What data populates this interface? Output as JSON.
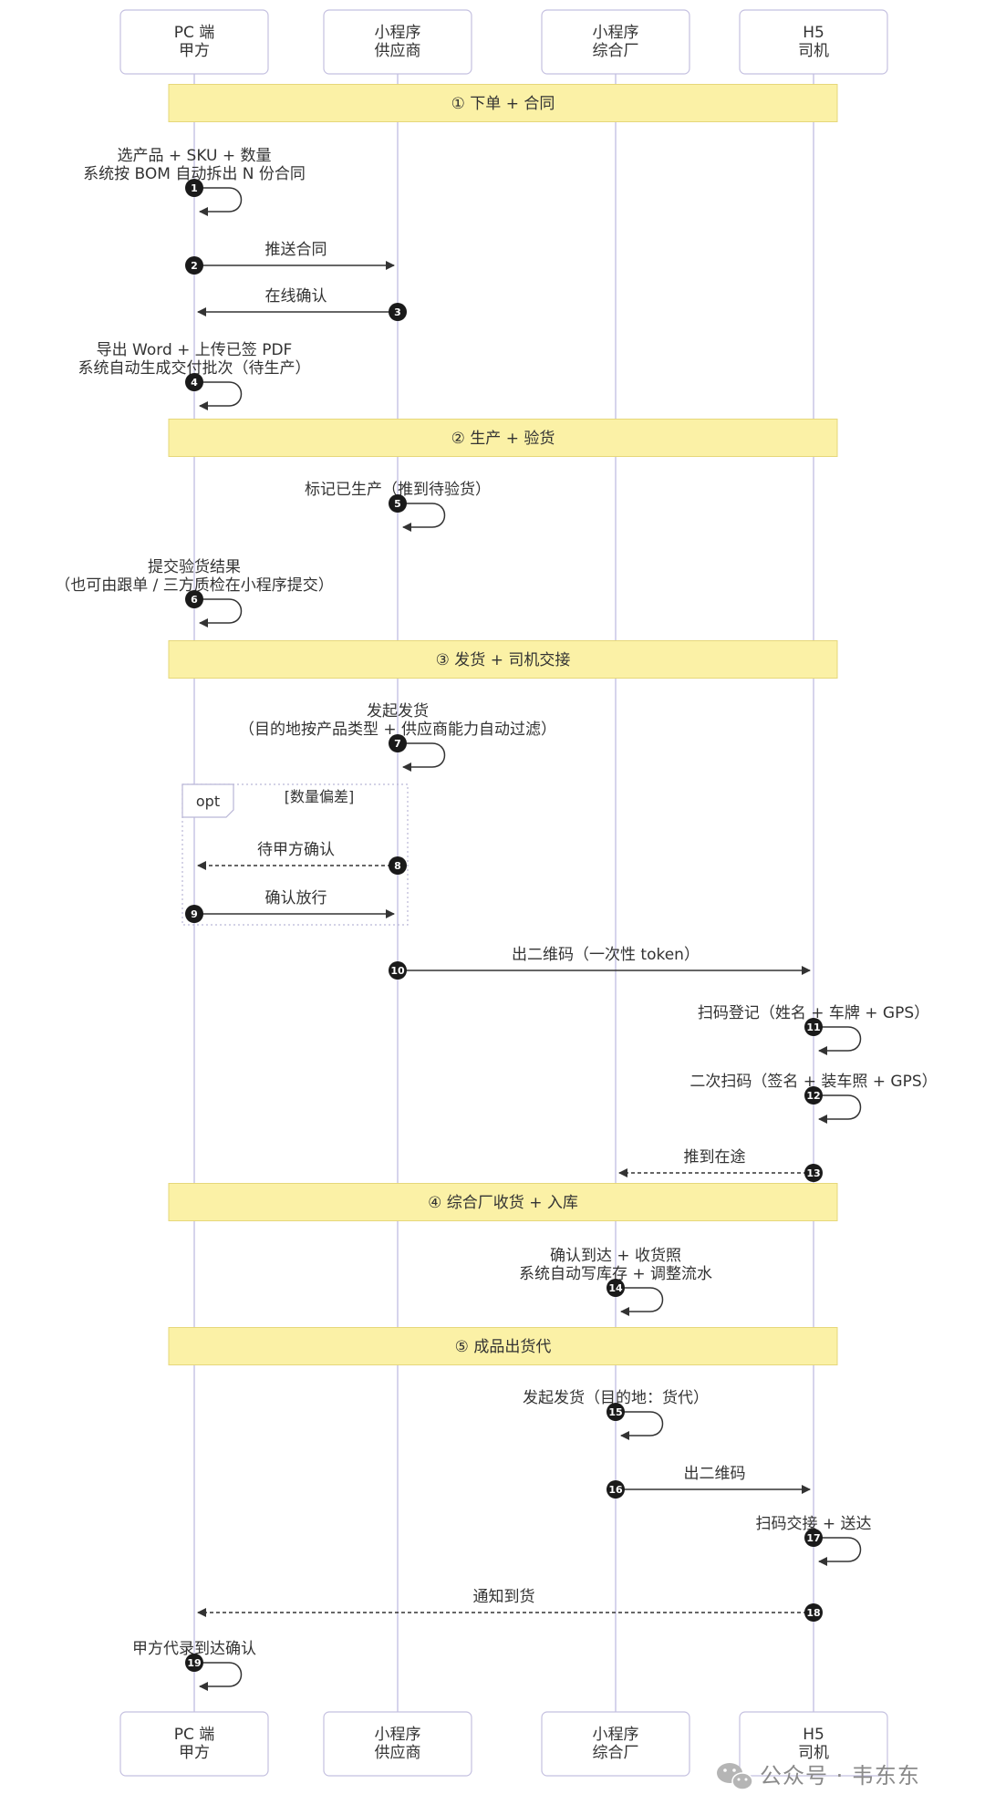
{
  "participants": [
    {
      "id": "pc",
      "line1": "PC 端",
      "line2": "甲方"
    },
    {
      "id": "mp_supplier",
      "line1": "小程序",
      "line2": "供应商"
    },
    {
      "id": "mp_factory",
      "line1": "小程序",
      "line2": "综合厂"
    },
    {
      "id": "h5",
      "line1": "H5",
      "line2": "司机"
    }
  ],
  "sections": [
    {
      "label": "① 下单 + 合同"
    },
    {
      "label": "② 生产 + 验货"
    },
    {
      "label": "③ 发货 + 司机交接"
    },
    {
      "label": "④ 综合厂收货 + 入库"
    },
    {
      "label": "⑤ 成品出货代"
    }
  ],
  "messages": [
    {
      "num": "1",
      "from": "pc",
      "to": "pc",
      "style": "self",
      "lines": [
        "选产品 + SKU + 数量",
        "系统按 BOM 自动拆出 N 份合同"
      ]
    },
    {
      "num": "2",
      "from": "pc",
      "to": "mp_supplier",
      "style": "solid",
      "lines": [
        "推送合同"
      ]
    },
    {
      "num": "3",
      "from": "mp_supplier",
      "to": "pc",
      "style": "solid",
      "lines": [
        "在线确认"
      ]
    },
    {
      "num": "4",
      "from": "pc",
      "to": "pc",
      "style": "self",
      "lines": [
        "导出 Word + 上传已签 PDF",
        "系统自动生成交付批次（待生产）"
      ]
    },
    {
      "num": "5",
      "from": "mp_supplier",
      "to": "mp_supplier",
      "style": "self",
      "lines": [
        "标记已生产（推到待验货）"
      ]
    },
    {
      "num": "6",
      "from": "pc",
      "to": "pc",
      "style": "self",
      "lines": [
        "提交验货结果",
        "（也可由跟单 / 三方质检在小程序提交）"
      ]
    },
    {
      "num": "7",
      "from": "mp_supplier",
      "to": "mp_supplier",
      "style": "self",
      "lines": [
        "发起发货",
        "（目的地按产品类型 + 供应商能力自动过滤）"
      ]
    },
    {
      "num": "8",
      "from": "mp_supplier",
      "to": "pc",
      "style": "dashed",
      "lines": [
        "待甲方确认"
      ]
    },
    {
      "num": "9",
      "from": "pc",
      "to": "mp_supplier",
      "style": "solid",
      "lines": [
        "确认放行"
      ]
    },
    {
      "num": "10",
      "from": "mp_supplier",
      "to": "h5",
      "style": "solid",
      "lines": [
        "出二维码（一次性 token）"
      ]
    },
    {
      "num": "11",
      "from": "h5",
      "to": "h5",
      "style": "self",
      "lines": [
        "扫码登记（姓名 + 车牌 + GPS）"
      ]
    },
    {
      "num": "12",
      "from": "h5",
      "to": "h5",
      "style": "self",
      "lines": [
        "二次扫码（签名 + 装车照 + GPS）"
      ]
    },
    {
      "num": "13",
      "from": "h5",
      "to": "mp_factory",
      "style": "dashed",
      "lines": [
        "推到在途"
      ]
    },
    {
      "num": "14",
      "from": "mp_factory",
      "to": "mp_factory",
      "style": "self",
      "lines": [
        "确认到达 + 收货照",
        "系统自动写库存 + 调整流水"
      ]
    },
    {
      "num": "15",
      "from": "mp_factory",
      "to": "mp_factory",
      "style": "self",
      "lines": [
        "发起发货（目的地：货代）"
      ]
    },
    {
      "num": "16",
      "from": "mp_factory",
      "to": "h5",
      "style": "solid",
      "lines": [
        "出二维码"
      ]
    },
    {
      "num": "17",
      "from": "h5",
      "to": "h5",
      "style": "self",
      "lines": [
        "扫码交接 + 送达"
      ]
    },
    {
      "num": "18",
      "from": "h5",
      "to": "pc",
      "style": "dashed",
      "lines": [
        "通知到货"
      ]
    },
    {
      "num": "19",
      "from": "pc",
      "to": "pc",
      "style": "self",
      "lines": [
        "甲方代录到达确认"
      ]
    }
  ],
  "opt_fragment": {
    "tag": "opt",
    "condition": "[数量偏差]"
  },
  "watermark": {
    "text": "公众号 · 韦东东"
  },
  "colors": {
    "lifeline": "#c9c5e6",
    "participant_border": "#c4c0e0",
    "section_fill": "#fbf1a6",
    "section_border": "#e6d77a",
    "arrow": "#333333",
    "number_bg": "#1a1a1a"
  }
}
